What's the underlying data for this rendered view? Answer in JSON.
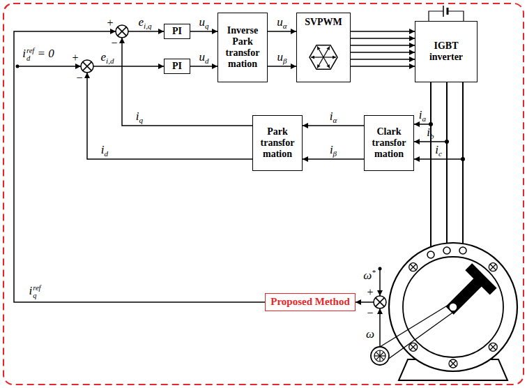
{
  "diagram": {
    "nodes": [
      {
        "text": [
          "PI"
        ]
      },
      {
        "text": [
          "PI"
        ]
      },
      {
        "text": [
          "Inverse Park transfor mation"
        ]
      },
      {
        "text": [
          "SVPWM"
        ]
      },
      {
        "text": [
          "IGBT inverter"
        ]
      },
      {
        "text": [
          "Park transfor mation"
        ]
      },
      {
        "text": [
          "Clark transfor mation"
        ]
      },
      {
        "text": [
          "Proposed Method"
        ]
      }
    ],
    "edges": [
      {
        "from": 0,
        "to": 2,
        "arrow": "to",
        "label": "uq"
      },
      {
        "from": 1,
        "to": 2,
        "arrow": "to",
        "label": "ud"
      },
      {
        "from": 2,
        "to": 3,
        "arrow": "to",
        "label": "uα"
      },
      {
        "from": 2,
        "to": 3,
        "arrow": "to",
        "label": "uβ"
      },
      {
        "from": 3,
        "to": 4,
        "arrow": "to"
      },
      {
        "from": 3,
        "to": 4,
        "arrow": "to"
      },
      {
        "from": 3,
        "to": 4,
        "arrow": "to"
      },
      {
        "from": 3,
        "to": 4,
        "arrow": "to"
      },
      {
        "from": 3,
        "to": 4,
        "arrow": "to"
      },
      {
        "from": 3,
        "to": 4,
        "arrow": "to"
      },
      {
        "from": 4,
        "to": 6,
        "arrow": "to",
        "label": "ia"
      },
      {
        "from": 4,
        "to": 6,
        "arrow": "to",
        "label": "ib"
      },
      {
        "from": 4,
        "to": 6,
        "arrow": "to",
        "label": "ic"
      },
      {
        "from": 6,
        "to": 5,
        "arrow": "to",
        "label": "iα"
      },
      {
        "from": 6,
        "to": 5,
        "arrow": "to",
        "label": "iβ"
      }
    ],
    "labels": [
      "ei,q",
      "ei,d",
      "idref = 0",
      "iq",
      "id",
      "iqref",
      "ω*",
      "ω",
      "+",
      "−",
      "+",
      "−",
      "+",
      "−"
    ]
  }
}
